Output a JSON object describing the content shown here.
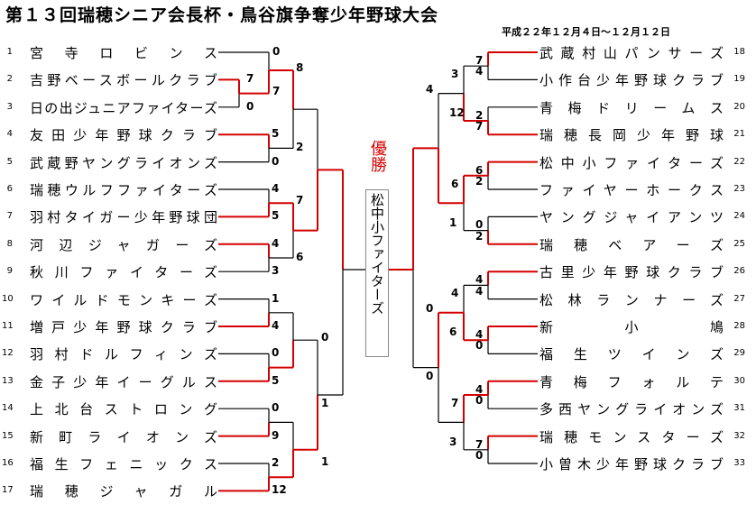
{
  "title": "第１３回瑞穂シニア会長杯・鳥谷旗争奪少年野球大会",
  "date": "平成２２年１２月４日～１２月１２日",
  "champion_label": "優勝",
  "champion": "松中小ファイターズ",
  "left_teams": [
    {
      "seed": "1",
      "name": "宮寺ロビンス"
    },
    {
      "seed": "2",
      "name": "吉野ベースボールクラブ"
    },
    {
      "seed": "3",
      "name": "日の出ジュニアファイターズ"
    },
    {
      "seed": "4",
      "name": "友田少年野球クラブ"
    },
    {
      "seed": "5",
      "name": "武蔵野ヤングライオンズ"
    },
    {
      "seed": "6",
      "name": "瑞穂ウルフファイターズ"
    },
    {
      "seed": "7",
      "name": "羽村タイガー少年野球団"
    },
    {
      "seed": "8",
      "name": "河辺ジャガーズ"
    },
    {
      "seed": "9",
      "name": "秋川ファイターズ"
    },
    {
      "seed": "10",
      "name": "ワイルドモンキーズ"
    },
    {
      "seed": "11",
      "name": "増戸少年野球クラブ"
    },
    {
      "seed": "12",
      "name": "羽村ドルフィンズ"
    },
    {
      "seed": "13",
      "name": "金子少年イーグルス"
    },
    {
      "seed": "14",
      "name": "上北台ストロング"
    },
    {
      "seed": "15",
      "name": "新町ライオンズ"
    },
    {
      "seed": "16",
      "name": "福生フェニックス"
    },
    {
      "seed": "17",
      "name": "瑞穂ジャガル"
    }
  ],
  "right_teams": [
    {
      "seed": "18",
      "name": "武蔵村山パンサーズ"
    },
    {
      "seed": "19",
      "name": "小作台少年野球クラブ"
    },
    {
      "seed": "20",
      "name": "青梅ドリームス"
    },
    {
      "seed": "21",
      "name": "瑞穂長岡少年野球"
    },
    {
      "seed": "22",
      "name": "松中小ファイターズ"
    },
    {
      "seed": "23",
      "name": "ファイヤーホークス"
    },
    {
      "seed": "24",
      "name": "ヤングジャイアンツ"
    },
    {
      "seed": "25",
      "name": "瑞穂ベアーズ"
    },
    {
      "seed": "26",
      "name": "古里少年野球クラブ"
    },
    {
      "seed": "27",
      "name": "松林ランナーズ"
    },
    {
      "seed": "28",
      "name": "新小鳩"
    },
    {
      "seed": "29",
      "name": "福生ツインズ"
    },
    {
      "seed": "30",
      "name": "青梅フォルテ"
    },
    {
      "seed": "31",
      "name": "多西ヤングライオンズ"
    },
    {
      "seed": "32",
      "name": "瑞穂モンスターズ"
    },
    {
      "seed": "33",
      "name": "小曽木少年野球クラブ"
    }
  ],
  "left_scores": {
    "r1": [
      "0",
      "7",
      "0",
      "5",
      "0",
      "4",
      "5",
      "4",
      "3",
      "1",
      "4",
      "0",
      "5",
      "0",
      "9",
      "2",
      "12"
    ],
    "r2": [
      "7",
      "0"
    ],
    "r3": [
      "8",
      "2",
      "7",
      "6",
      "0",
      "1"
    ],
    "r4": [
      "1"
    ]
  },
  "right_scores": {
    "r1": [
      "7",
      "4",
      "2",
      "7",
      "6",
      "2",
      "0",
      "2",
      "4",
      "4",
      "4",
      "0",
      "4",
      "0",
      "7",
      "0"
    ],
    "r2": [
      "3",
      "4",
      "12",
      "6",
      "1",
      "0",
      "4",
      "6",
      "0",
      "7",
      "3"
    ]
  },
  "colors": {
    "winner_line": "#d40000",
    "loser_line": "#000000",
    "champion": "#d40000"
  }
}
